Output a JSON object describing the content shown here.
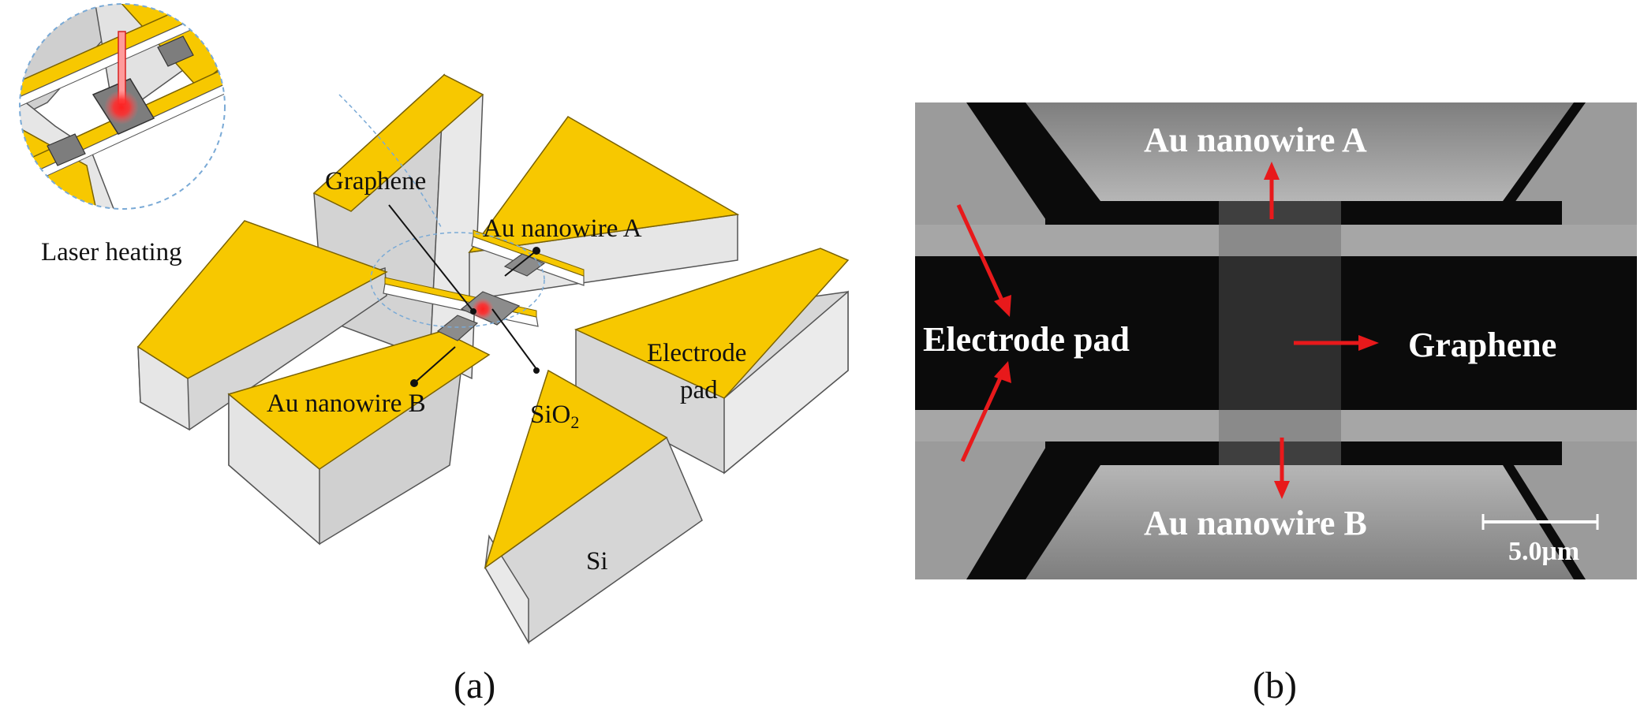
{
  "panel_a": {
    "inset_label": "Laser heating",
    "labels": {
      "graphene": "Graphene",
      "nanowire_a": "Au nanowire A",
      "electrode_pad_line1": "Electrode",
      "electrode_pad_line2": "pad",
      "nanowire_b": "Au nanowire B",
      "sio2_main": "SiO",
      "sio2_sub": "2",
      "si": "Si"
    },
    "caption": "(a)"
  },
  "panel_b": {
    "labels": {
      "nanowire_a": "Au nanowire A",
      "electrode_pad": "Electrode pad",
      "graphene": "Graphene",
      "nanowire_b": "Au nanowire B"
    },
    "scale_bar": "5.0μm",
    "caption": "(b)"
  },
  "colors": {
    "gold": "#F7C800",
    "silicon": "#D5D5D5",
    "arrow_red": "#E8191B"
  }
}
